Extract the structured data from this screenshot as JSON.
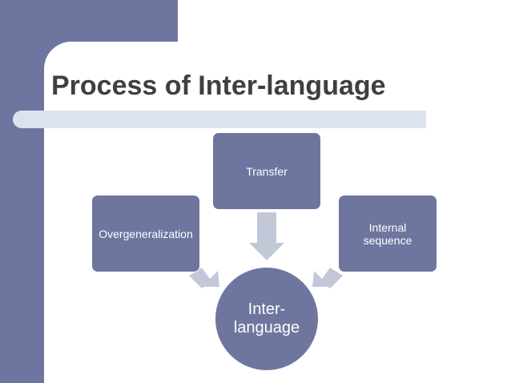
{
  "title": "Process of Inter-language",
  "nodes": {
    "transfer": "Transfer",
    "overgeneralization": "Overgeneralization",
    "internal_sequence": "Internal sequence",
    "center": "Inter-language"
  },
  "colors": {
    "node_fill": "#6e769f",
    "arrow_fill": "#c3c8d8",
    "title_text": "#3f3f3f",
    "title_bar": "#dde3ee"
  }
}
